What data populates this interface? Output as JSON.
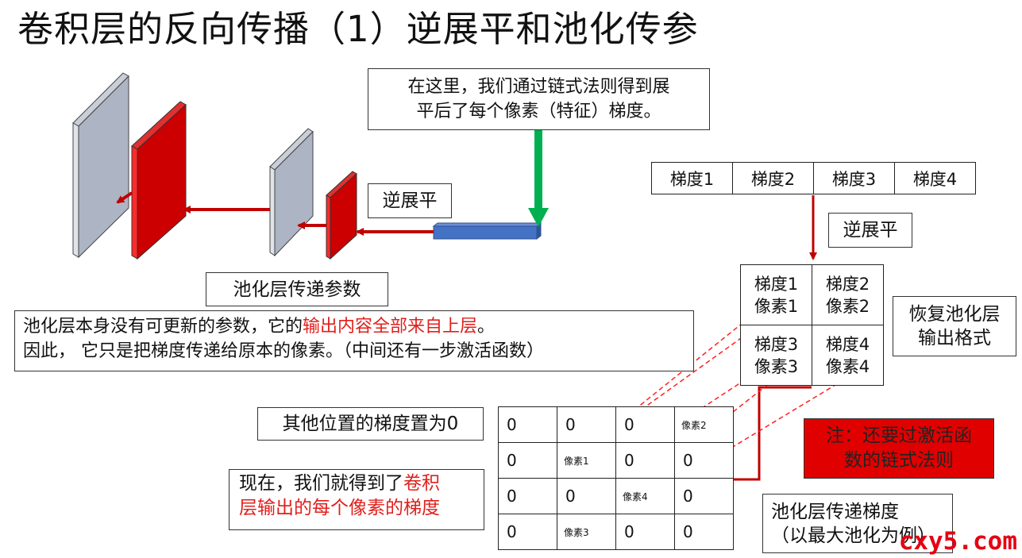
{
  "title": "卷积层的反向传播（1）逆展平和池化传参",
  "callout_top": {
    "line1": "在这里，我们通过链式法则得到展",
    "line2": "平后了每个像素（特征）梯度。"
  },
  "label_unflatten_left": "逆展平",
  "label_unflatten_right": "逆展平",
  "label_pool_pass_params": "池化层传递参数",
  "pool_note": {
    "line1_normal": "池化层本身没有可更新的参数，它的",
    "line1_red": "输出内容全部来自上层",
    "line1_end": "。",
    "line2": "因此， 它只是把梯度传递给原本的像素。（中间还有一步激活函数）"
  },
  "gradient_row": [
    "梯度1",
    "梯度2",
    "梯度3",
    "梯度4"
  ],
  "restored_grid": [
    [
      {
        "line1": "梯度1",
        "line2": "像素1"
      },
      {
        "line1": "梯度2",
        "line2": "像素2"
      }
    ],
    [
      {
        "line1": "梯度3",
        "line2": "像素3"
      },
      {
        "line1": "梯度4",
        "line2": "像素4"
      }
    ]
  ],
  "label_restore": {
    "line1": "恢复池化层",
    "line2": "输出格式"
  },
  "label_zero": "其他位置的梯度置为0",
  "full_grid": [
    [
      "0",
      "0",
      "0",
      "像素2"
    ],
    [
      "0",
      "像素1",
      "0",
      "0"
    ],
    [
      "0",
      "0",
      "像素4",
      "0"
    ],
    [
      "0",
      "像素3",
      "0",
      "0"
    ]
  ],
  "warning": {
    "line1": "注：还要过激活函",
    "line2": "数的链式法则"
  },
  "result_note": {
    "normal": "现在，我们就得到了",
    "red_line1": "卷积",
    "red_line2": "层输出的每个像素的梯度"
  },
  "label_pool_pass_grad": {
    "line1": "池化层传递梯度",
    "line2": "（以最大池化为例）"
  },
  "watermark": "cxy5.com",
  "colors": {
    "arrow_red": "#c00000",
    "arrow_green": "#00b050",
    "layer_gray": "#adb5c4",
    "layer_red": "#cc0000",
    "flat_blue": "#4472c4",
    "dashed_red": "#ff2020",
    "warning_bg": "#e00000"
  }
}
